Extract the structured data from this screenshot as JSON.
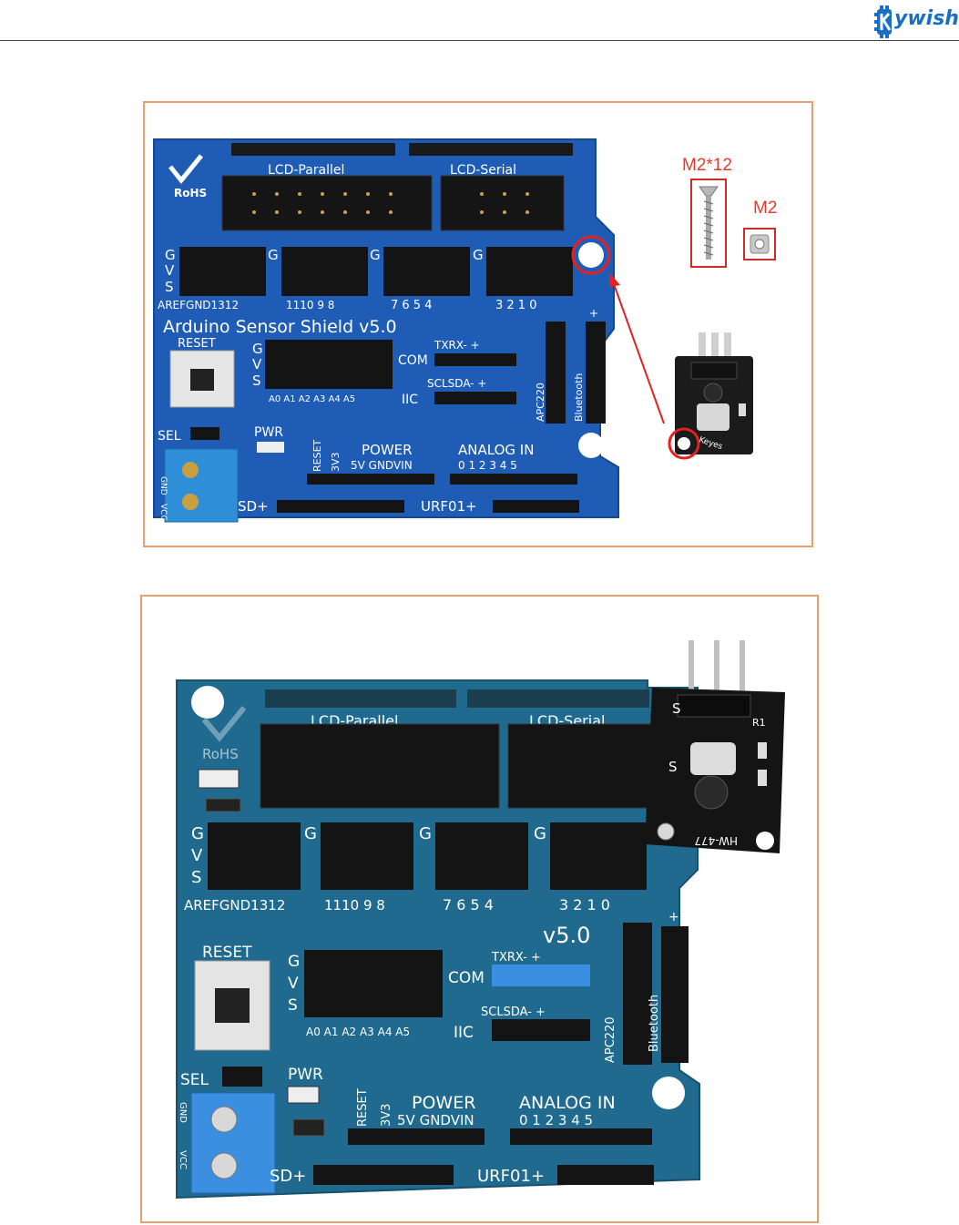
{
  "header": {
    "brand": "Keywish",
    "logo_lettering": "ywish",
    "logo_icon": "gear-k-icon"
  },
  "figure1": {
    "board": {
      "rohs": "RoHS",
      "lcd_parallel": "LCD-Parallel",
      "lcd_serial": "LCD-Serial",
      "title": "Arduino Sensor Shield v5.0",
      "reset": "RESET",
      "gvs": [
        "G",
        "V",
        "S"
      ],
      "digital_group1": "AREFGND1312",
      "digital_group2": "1110 9 8",
      "digital_group3": "7 6 5 4",
      "digital_group4": "3 2 1 0",
      "analog_pins": "A0 A1 A2 A3 A4 A5",
      "com": "COM",
      "txrx": "TXRX- +",
      "iic": "IIC",
      "sclsda": "SCLSDA- +",
      "apc220": "APC220",
      "bluetooth": "Bluetooth",
      "plus": "+",
      "sel": "SEL",
      "pwr": "PWR",
      "gnd": "GND",
      "vcc": "VCC",
      "reset_vertical": "RESET",
      "v3": "3V3",
      "power": "POWER",
      "power_pins": "5V GNDVIN",
      "analog_in": "ANALOG IN",
      "analog_nums": "0 1 2 3 4 5",
      "sd": "SD+",
      "urf": "URF01+"
    },
    "screw_label": "M2*12",
    "nut_label": "M2",
    "module_label": "Keyes"
  },
  "figure2": {
    "board": {
      "rohs": "RoHS",
      "lcd_parallel": "LCD-Parallel",
      "lcd_serial": "LCD-Serial",
      "v5": "v5.0",
      "reset": "RESET",
      "gvs": [
        "G",
        "V",
        "S"
      ],
      "digital_group1": "AREFGND1312",
      "digital_group2": "1110 9 8",
      "digital_group3": "7 6 5 4",
      "digital_group4": "3 2 1 0",
      "analog_pins": "A0 A1 A2 A3 A4 A5",
      "com": "COM",
      "txrx": "TXRX- +",
      "iic": "IIC",
      "sclsda": "SCLSDA- +",
      "apc220": "APC220",
      "bluetooth": "Bluetooth",
      "plus": "+",
      "sel": "SEL",
      "pwr": "PWR",
      "gnd": "GND",
      "vcc": "VCC",
      "reset_vertical": "RESET",
      "v3": "3V3",
      "power": "POWER",
      "power_pins": "5V GNDVIN",
      "analog_in": "ANALOG IN",
      "analog_nums": "0 1 2 3 4 5",
      "sd": "SD+",
      "urf": "URF01+"
    },
    "module": {
      "s_top": "S",
      "s_mid": "S",
      "r1": "R1",
      "model": "HW-477"
    }
  }
}
